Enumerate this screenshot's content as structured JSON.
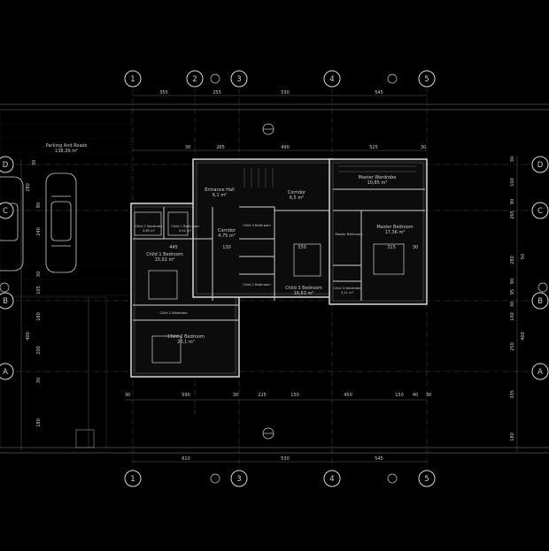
{
  "grid_x": [
    {
      "label": "1"
    },
    {
      "label": "2"
    },
    {
      "label": "3"
    },
    {
      "label": "4"
    },
    {
      "label": "5"
    }
  ],
  "grid_y": [
    {
      "label": "D"
    },
    {
      "label": "C"
    },
    {
      "label": "B"
    },
    {
      "label": "A"
    }
  ],
  "rooms": {
    "parking": {
      "name": "Parking And Roads",
      "area": "138,39 m²"
    },
    "entrance": {
      "name": "Entrance Hall",
      "area": "6,1 m²"
    },
    "corridor_main": {
      "name": "Corridor",
      "area": "6,5 m²"
    },
    "corridor_small": {
      "name": "Corridor",
      "area": "4,75 m²"
    },
    "master_wardrobe": {
      "name": "Master Wardrobe",
      "area": "10,85 m²"
    },
    "master_bedroom": {
      "name": "Master Bedroom",
      "area": "17,36 m²"
    },
    "child1_wardrobe": {
      "name": "Child 1 Wardrobe",
      "area": "3,89 m²"
    },
    "child1_bathroom": {
      "name": "Child 1 Bathroom",
      "area": "4,52 m²"
    },
    "child1_bedroom": {
      "name": "Child 1 Bedroom",
      "area": "15,02 m²"
    },
    "child2_wardrobe": {
      "name": "Child 2 Wardrobe",
      "area": ""
    },
    "child2_bedroom": {
      "name": "Child 2 Bedroom",
      "area": "20,1 m²"
    },
    "child2_bathroom": {
      "name": "Child 2 Bathroom",
      "area": ""
    },
    "child3_bathroom": {
      "name": "Child 3 Bathroom",
      "area": ""
    },
    "child3_bedroom": {
      "name": "Child 3 Bedroom",
      "area": "16,63 m²"
    },
    "child3_wardrobe": {
      "name": "Child 3 Wardrobe",
      "area": "3,11 m²"
    },
    "master_bathroom": {
      "name": "Master Bathroom",
      "area": ""
    }
  },
  "dims_top_outer": [
    "355",
    "255",
    "530",
    "545"
  ],
  "dims_top_inner": [
    "30",
    "265",
    "490",
    "525",
    "30"
  ],
  "dims_bottom_inner": [
    "30",
    "590",
    "30",
    "225",
    "150",
    "450",
    "150",
    "40",
    "30"
  ],
  "dims_bottom_outer": [
    "610",
    "530",
    "545"
  ],
  "dims_left": [
    "30",
    "280",
    "90",
    "240",
    "30",
    "105",
    "180",
    "400",
    "200",
    "30",
    "180"
  ],
  "dims_right": [
    "30",
    "100",
    "90",
    "265",
    "280",
    "90",
    "95",
    "30",
    "140",
    "250",
    "400",
    "335",
    "180",
    "50"
  ],
  "dims_interior": [
    "445",
    "130",
    "330",
    "315",
    "30"
  ]
}
